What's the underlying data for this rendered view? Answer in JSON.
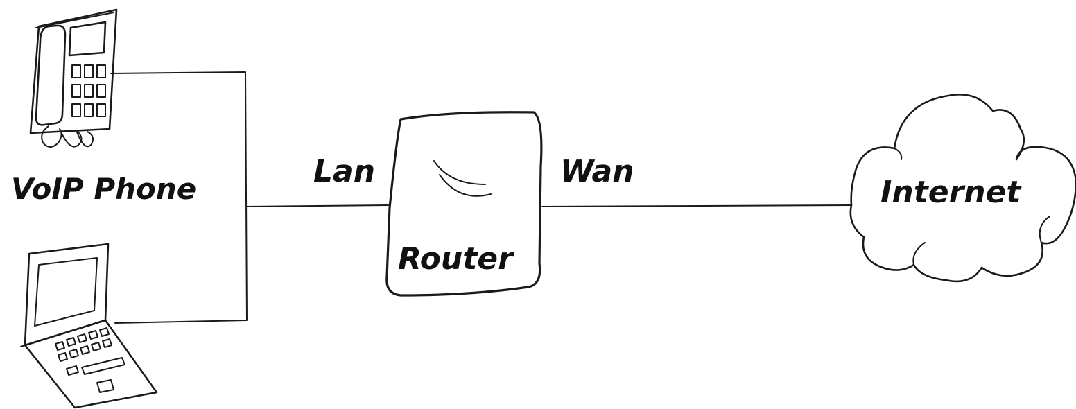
{
  "diagram": {
    "labels": {
      "voip_phone": "VoIP Phone",
      "lan": "Lan",
      "router": "Router",
      "wan": "Wan",
      "internet": "Internet"
    },
    "icons": {
      "phone": "desk-phone-icon",
      "laptop": "laptop-icon",
      "router": "router-icon",
      "cloud": "cloud-icon"
    },
    "colors": {
      "ink": "#1a1a1a",
      "background": "#ffffff"
    }
  }
}
